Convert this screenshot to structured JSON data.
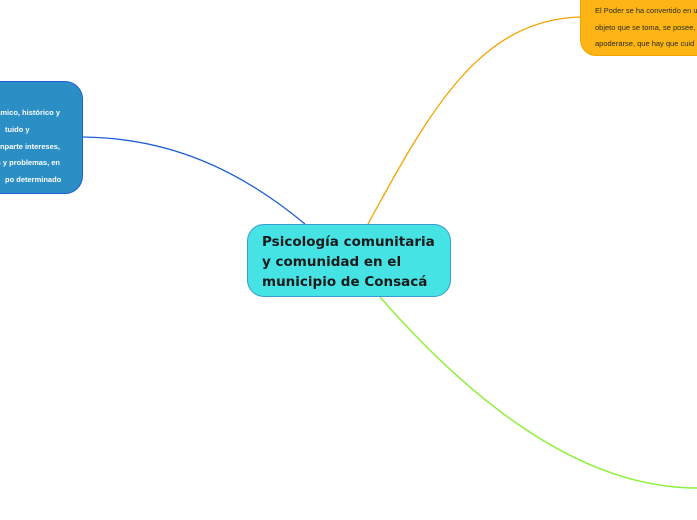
{
  "diagram": {
    "type": "mind-map",
    "central_topic": {
      "title": "Psicología comunitaria\ny comunidad en el\nmunicipio de Consacá",
      "fill": "#46e3e5",
      "border": "#3a9bd0"
    },
    "branches": [
      {
        "id": "left",
        "color": "#1f5fd6",
        "fill": "#2b8ec4",
        "lines": [
          "ámico, histórico y",
          "tuido y",
          "nparte intereses,",
          "s y problemas, en",
          "po determinado"
        ]
      },
      {
        "id": "top-right",
        "color": "#f5a300",
        "fill": "#fdb515",
        "lines": [
          "El Poder se ha convertido en u",
          "objeto que se toma, se posee,",
          "apoderarse, que hay que cuid"
        ]
      },
      {
        "id": "bottom-right",
        "color": "#8ef03a",
        "lines": []
      }
    ]
  }
}
